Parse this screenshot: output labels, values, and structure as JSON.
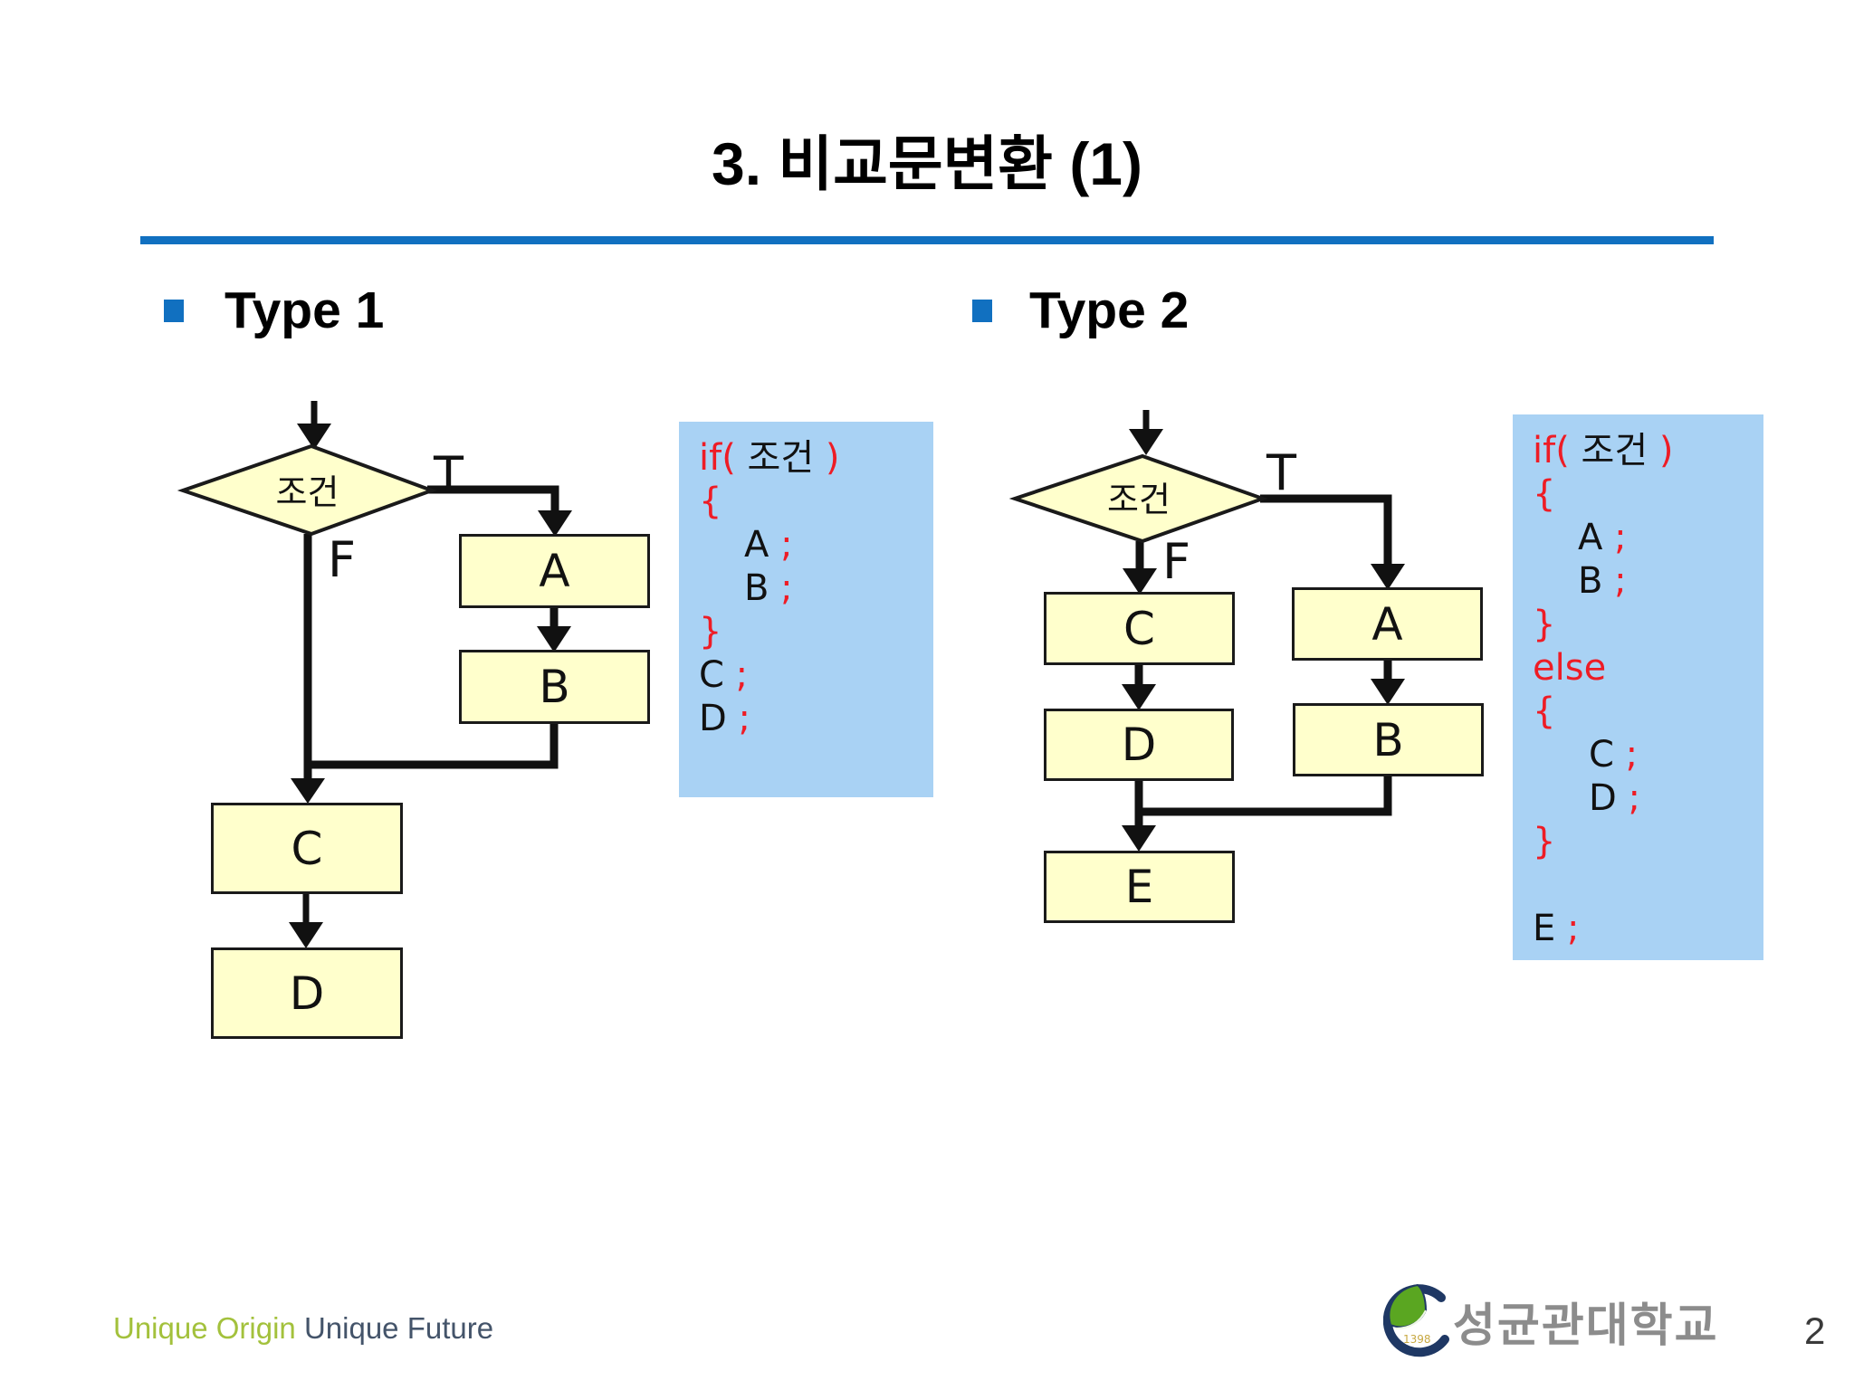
{
  "title": "3. 비교문변환 (1)",
  "sections": [
    {
      "label": "Type 1"
    },
    {
      "label": "Type 2"
    }
  ],
  "flow1": {
    "condition": "조건",
    "true_label": "T",
    "false_label": "F",
    "box_a": "A",
    "box_b": "B",
    "box_c": "C",
    "box_d": "D"
  },
  "flow2": {
    "condition": "조건",
    "true_label": "T",
    "false_label": "F",
    "box_a": "A",
    "box_b": "B",
    "box_c": "C",
    "box_d": "D",
    "box_e": "E"
  },
  "code1": {
    "lines": [
      {
        "segs": [
          {
            "t": "if( ",
            "c": "r"
          },
          {
            "t": "조건",
            "c": "k"
          },
          {
            "t": " )",
            "c": "r"
          }
        ]
      },
      {
        "segs": [
          {
            "t": "{",
            "c": "r"
          }
        ]
      },
      {
        "ind": 50,
        "segs": [
          {
            "t": "A ",
            "c": "k"
          },
          {
            "t": ";",
            "c": "r"
          }
        ]
      },
      {
        "ind": 50,
        "segs": [
          {
            "t": "B ",
            "c": "k"
          },
          {
            "t": ";",
            "c": "r"
          }
        ]
      },
      {
        "segs": [
          {
            "t": "}",
            "c": "r"
          }
        ]
      },
      {
        "segs": [
          {
            "t": "C ",
            "c": "k"
          },
          {
            "t": ";",
            "c": "r"
          }
        ]
      },
      {
        "segs": [
          {
            "t": "D ",
            "c": "k"
          },
          {
            "t": ";",
            "c": "r"
          }
        ]
      }
    ]
  },
  "code2": {
    "lines": [
      {
        "segs": [
          {
            "t": "if( ",
            "c": "r"
          },
          {
            "t": "조건",
            "c": "k"
          },
          {
            "t": " )",
            "c": "r"
          }
        ]
      },
      {
        "segs": [
          {
            "t": "{",
            "c": "r"
          }
        ]
      },
      {
        "ind": 50,
        "segs": [
          {
            "t": "A ",
            "c": "k"
          },
          {
            "t": ";",
            "c": "r"
          }
        ]
      },
      {
        "ind": 50,
        "segs": [
          {
            "t": "B ",
            "c": "k"
          },
          {
            "t": ";",
            "c": "r"
          }
        ]
      },
      {
        "segs": [
          {
            "t": "}",
            "c": "r"
          }
        ]
      },
      {
        "segs": [
          {
            "t": "else",
            "c": "r"
          }
        ]
      },
      {
        "segs": [
          {
            "t": "{",
            "c": "r"
          }
        ]
      },
      {
        "ind": 62,
        "segs": [
          {
            "t": "C ",
            "c": "k"
          },
          {
            "t": ";",
            "c": "r"
          }
        ]
      },
      {
        "ind": 62,
        "segs": [
          {
            "t": "D ",
            "c": "k"
          },
          {
            "t": ";",
            "c": "r"
          }
        ]
      },
      {
        "segs": [
          {
            "t": "}",
            "c": "r"
          }
        ]
      },
      {
        "segs": []
      },
      {
        "segs": [
          {
            "t": "E ",
            "c": "k"
          },
          {
            "t": ";",
            "c": "r"
          }
        ]
      }
    ]
  },
  "footer": {
    "slogan_green": "Unique Origin",
    "slogan_dark": "Unique Future",
    "university": "성균관대학교",
    "logo_year": "1398",
    "page_number": "2"
  },
  "colors": {
    "accent_blue": "#1170C0",
    "box_fill": "#FFFFCC",
    "code_bg": "#A9D2F4",
    "code_red": "#EE1C25",
    "slogan_green": "#A3C13C",
    "slogan_dark": "#44546A",
    "university_gray": "#8C8C8C"
  }
}
